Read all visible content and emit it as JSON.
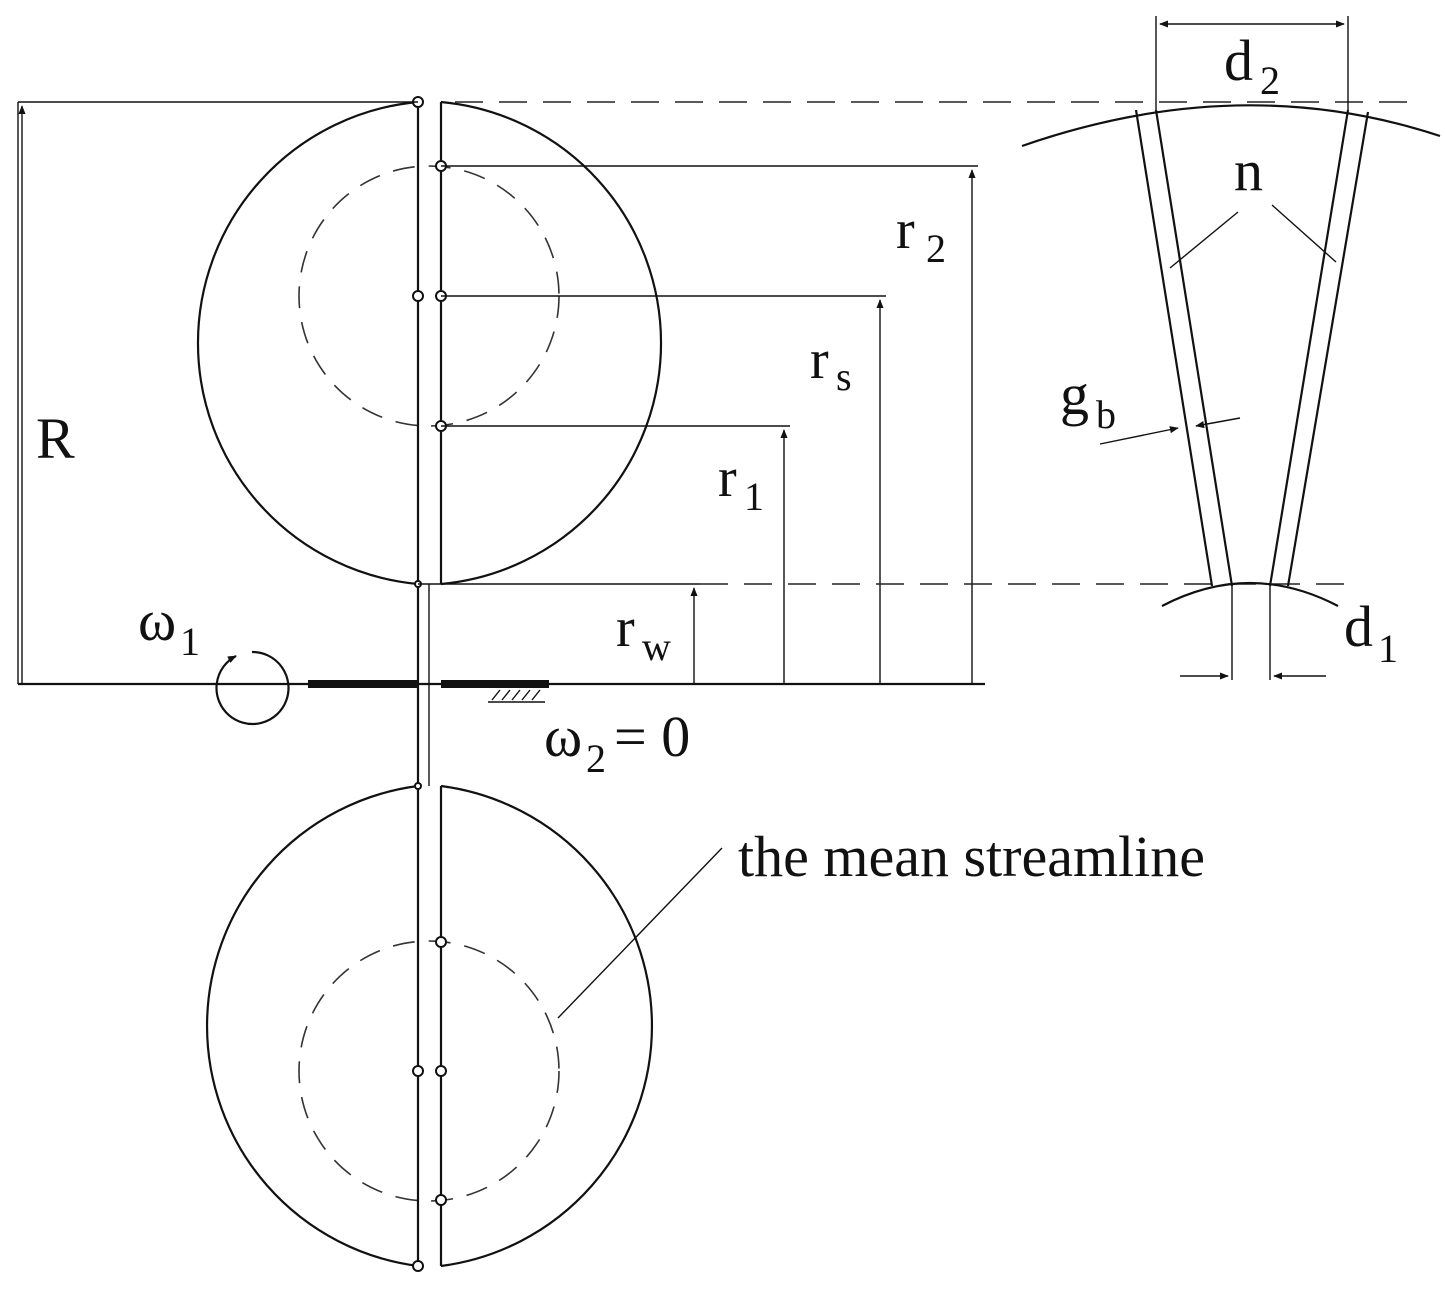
{
  "labels": {
    "R": "R",
    "r2": "r",
    "r2_sub": "2",
    "rs": "r",
    "rs_sub": "s",
    "r1": "r",
    "r1_sub": "1",
    "rw": "r",
    "rw_sub": "w",
    "omega1": "ω",
    "omega1_sub": "1",
    "omega2": "ω",
    "omega2_sub": "2",
    "omega2_eq": "= 0",
    "d2": "d",
    "d2_sub": "2",
    "d1": "d",
    "d1_sub": "1",
    "n": "n",
    "gb": "g",
    "gb_sub": "b",
    "streamline": "the mean streamline"
  },
  "colors": {
    "line": "#111111",
    "background": "#ffffff"
  }
}
